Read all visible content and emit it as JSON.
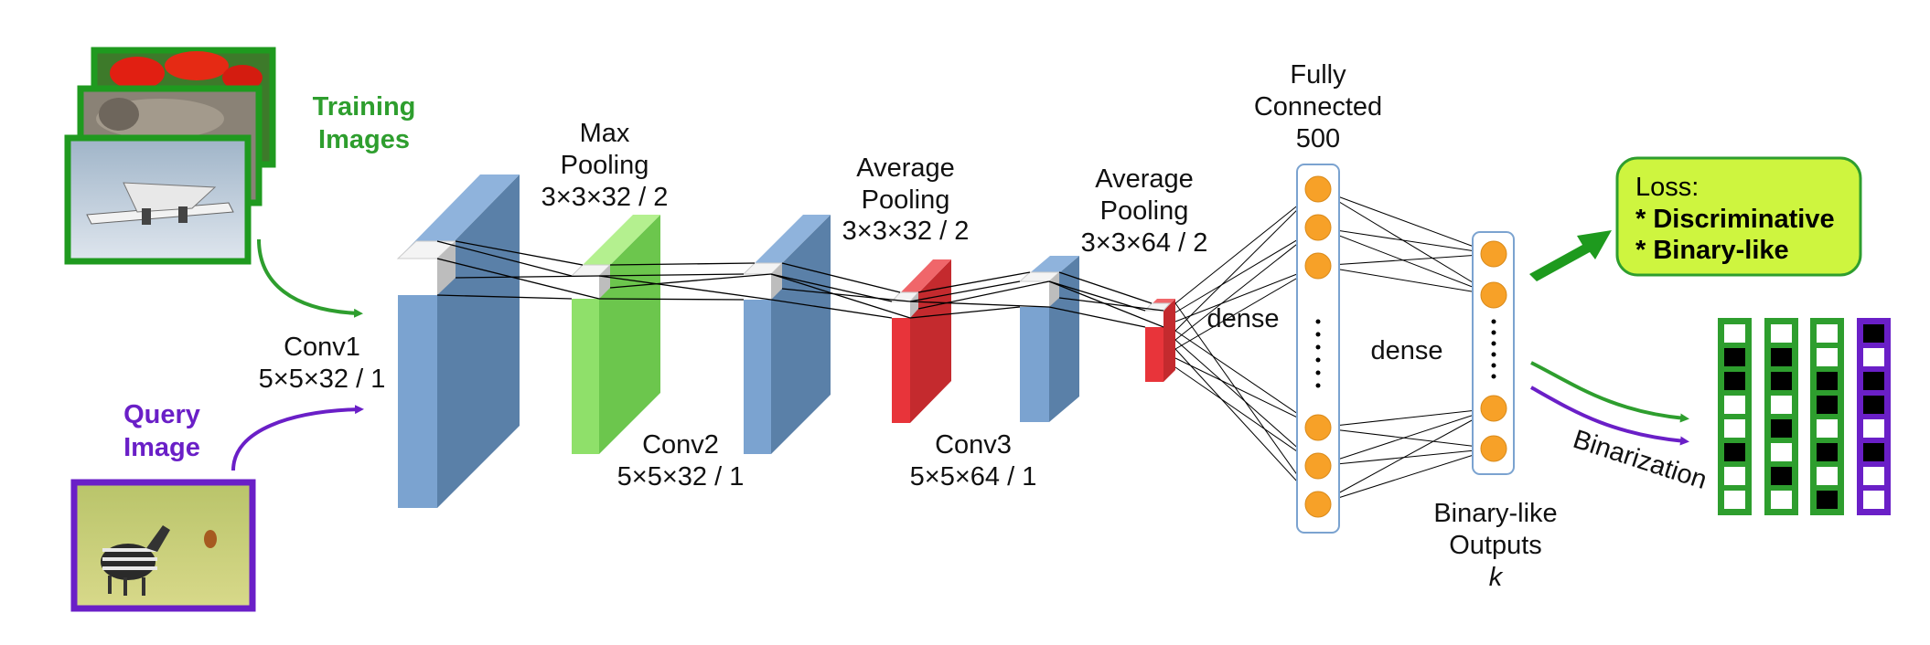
{
  "training": {
    "line1": "Training",
    "line2": "Images"
  },
  "query": {
    "line1": "Query",
    "line2": "Image"
  },
  "conv1": {
    "line1": "Conv1",
    "line2": "5×5×32 / 1"
  },
  "pool1": {
    "line1": "Max",
    "line2": "Pooling",
    "line3": "3×3×32 / 2"
  },
  "conv2": {
    "line1": "Conv2",
    "line2": "5×5×32 / 1"
  },
  "pool2": {
    "line1": "Average",
    "line2": "Pooling",
    "line3": "3×3×32 / 2"
  },
  "conv3": {
    "line1": "Conv3",
    "line2": "5×5×64 / 1"
  },
  "pool3": {
    "line1": "Average",
    "line2": "Pooling",
    "line3": "3×3×64 / 2"
  },
  "fc": {
    "line1": "Fully",
    "line2": "Connected",
    "line3": "500"
  },
  "dense1": "dense",
  "dense2": "dense",
  "outputs": {
    "line1": "Binary-like",
    "line2": "Outputs",
    "line3": "k"
  },
  "loss": {
    "title": "Loss:",
    "item1": "* Discriminative",
    "item2": "* Binary-like"
  },
  "binarization": "Binarization",
  "colors": {
    "conv_blue": "#7ba3d0",
    "pool_green": "#8fe06a",
    "pool_red": "#e8343a",
    "neuron_orange": "#f7a128",
    "train_green": "#2e9e2e",
    "query_purple": "#6a1fc7",
    "loss_bg": "#cef53f"
  },
  "binary_codes": [
    [
      0,
      1,
      1,
      0,
      0,
      1,
      0,
      0
    ],
    [
      0,
      1,
      1,
      0,
      1,
      0,
      1,
      0
    ],
    [
      0,
      0,
      1,
      1,
      0,
      1,
      0,
      1
    ],
    [
      1,
      0,
      1,
      1,
      0,
      1,
      0,
      0
    ]
  ]
}
